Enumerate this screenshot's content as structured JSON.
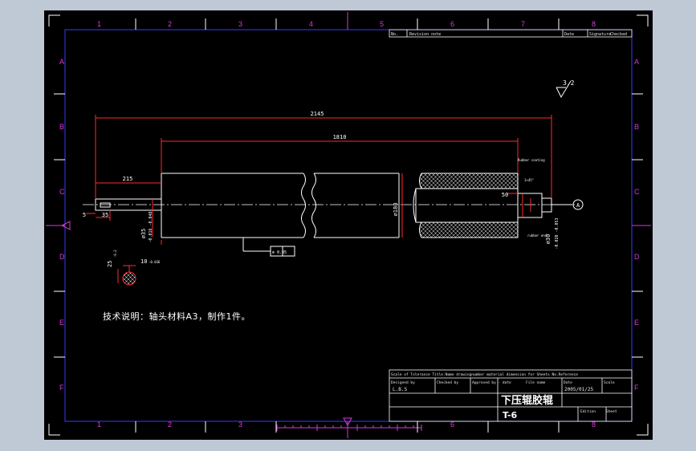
{
  "frame": {
    "columns": [
      "1",
      "2",
      "3",
      "4",
      "5",
      "6",
      "7",
      "8"
    ],
    "rows": [
      "A",
      "B",
      "C",
      "D",
      "E",
      "F"
    ]
  },
  "dimensions": {
    "overall_length": "2145",
    "roller_length": "1810",
    "left_offset": "215",
    "small_end_gap": "5",
    "shaft_step": "35",
    "right_shaft": "50",
    "roller_diameter": "⌀180",
    "shaft_diameter_right": "⌀30",
    "shaft_tolerance_right": "-0.020 -0.053",
    "left_shaft_diameter": "⌀35",
    "left_shaft_tolerance": "-0.016 -0.048",
    "section_dim_a": "10",
    "section_tol_a": "-0.036",
    "section_dim_b": "25",
    "section_tol_b": "-0.2",
    "roughness": "3.2"
  },
  "annotations": {
    "datum": "A",
    "runout_frame": "⊚ 0.05",
    "rubber_label": "Rubber coating",
    "right_note": "1×45°",
    "rubber_right_note": "rubber end"
  },
  "technical_note": "技术说明：轴头材料A3，制作1件。",
  "title_block": {
    "rev_header_no": "No.",
    "rev_header_content": "Revision note",
    "rev_header_date": "Date",
    "rev_header_sign": "Signature",
    "rev_header_checked": "Checked",
    "info_line": "Scale of Tolerance   Title:Name   drawingnumber   material   dimension for   Sheets No.Reference",
    "designed_label": "Designed by",
    "checked_label": "Checked by",
    "approved_label": "Approved by - date",
    "filename_label": "File name",
    "date_label": "Date",
    "scale_label": "Scale",
    "designer": "L.B.S",
    "date_value": "2005/01/25",
    "drawing_title": "下压辊胶辊",
    "drawing_number": "T-6",
    "edition_label": "Edition",
    "sheet_label": "Sheet"
  },
  "colors": {
    "background": "#000000",
    "frame_outer": "#ffffff",
    "frame_inner": "#3a3aff",
    "frame_labels": "#d63ad6",
    "dimensions": "#ff2a2a",
    "geometry": "#ffffff",
    "centerline": "#ffffff"
  }
}
